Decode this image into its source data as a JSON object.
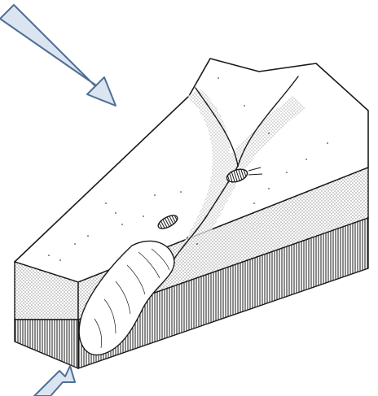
{
  "figure": {
    "description_visible_text": "",
    "arrow_fill": "#dbe5f1",
    "arrow_stroke": "#4f6f95",
    "line_color": "#1a1a1a",
    "background": "#ffffff",
    "arrows": [
      {
        "role": "ice-flow-direction",
        "icon": "arrow-down-right-icon"
      },
      {
        "role": "ice-flow-direction-partial",
        "icon": "arrow-down-right-icon"
      }
    ],
    "features": [
      {
        "role": "terrain-block",
        "icon": "block-diagram-icon"
      },
      {
        "role": "meltwater-channel",
        "icon": "channel-icon"
      },
      {
        "role": "upper-depression",
        "icon": "kettle-icon"
      },
      {
        "role": "lower-depression",
        "icon": "kettle-icon"
      },
      {
        "role": "sediment-lobe",
        "icon": "lobe-icon"
      },
      {
        "role": "stippled-layer",
        "icon": "layer-icon"
      },
      {
        "role": "hatched-layer",
        "icon": "layer-icon"
      }
    ]
  }
}
